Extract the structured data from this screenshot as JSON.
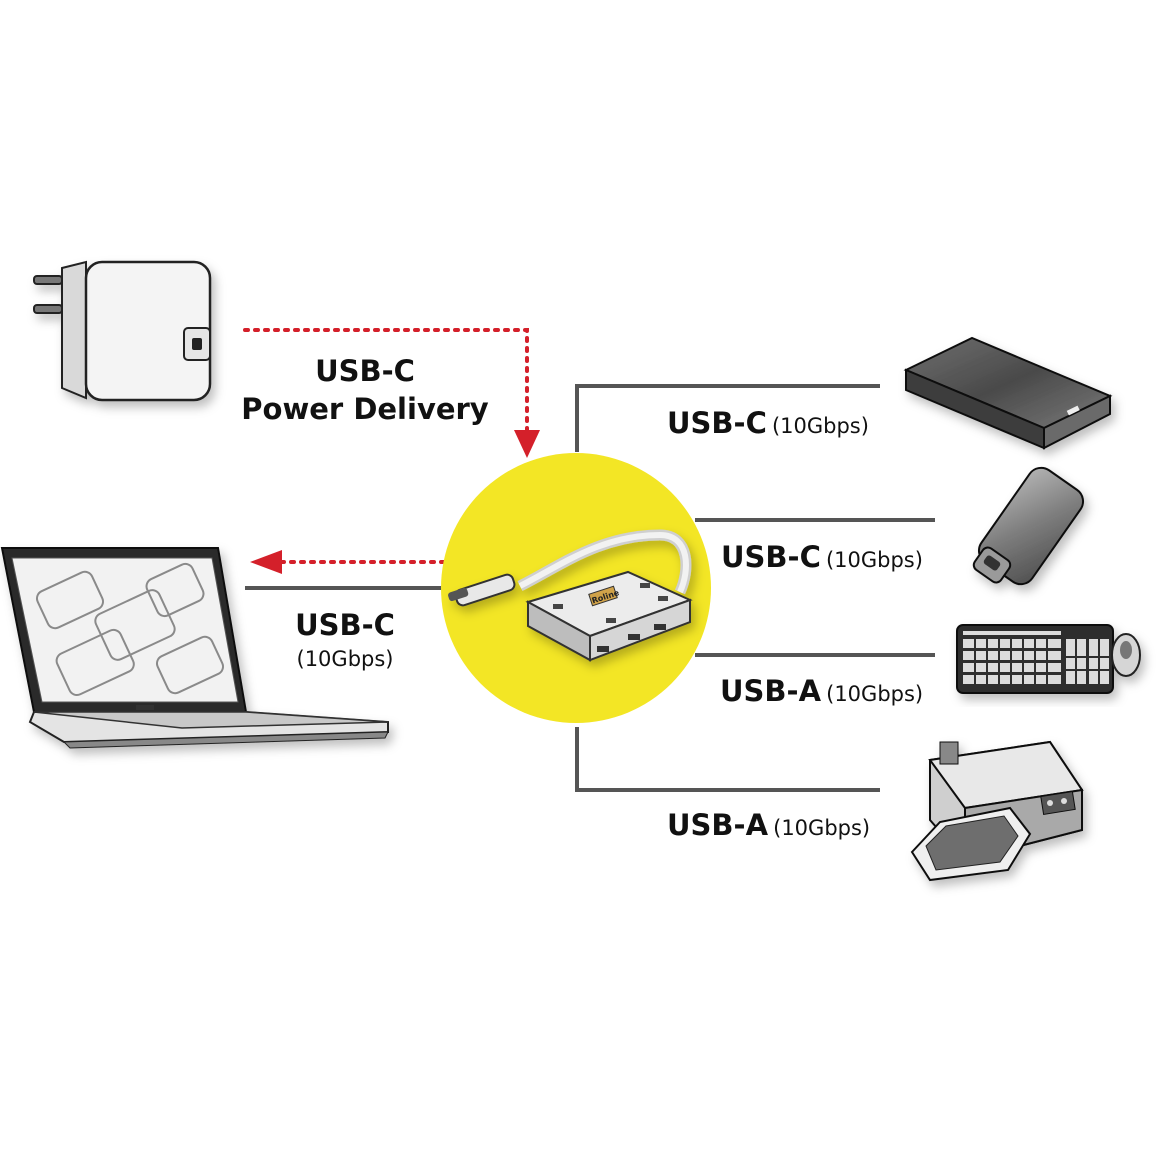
{
  "colors": {
    "hub_circle": "#f3e625",
    "power_arrow": "#d4202a",
    "connector_line": "#555555",
    "background": "#ffffff"
  },
  "devices": {
    "charger": "power-adapter-icon",
    "laptop": "laptop-icon",
    "hdd": "external-hard-drive-icon",
    "usb_stick": "usb-c-flash-drive-icon",
    "keyboard": "keyboard-and-mouse-icon",
    "printer": "printer-icon",
    "hub": "usb-c-hub-icon"
  },
  "hub_brand": "Roline",
  "labels": {
    "power": {
      "line1": "USB-C",
      "line2": "Power Delivery"
    },
    "laptop": {
      "name": "USB-C",
      "speed": "(10Gbps)"
    },
    "port1": {
      "name": "USB-C",
      "speed": "(10Gbps)"
    },
    "port2": {
      "name": "USB-C",
      "speed": "(10Gbps)"
    },
    "port3": {
      "name": "USB-A",
      "speed": "(10Gbps)"
    },
    "port4": {
      "name": "USB-A",
      "speed": "(10Gbps)"
    }
  }
}
